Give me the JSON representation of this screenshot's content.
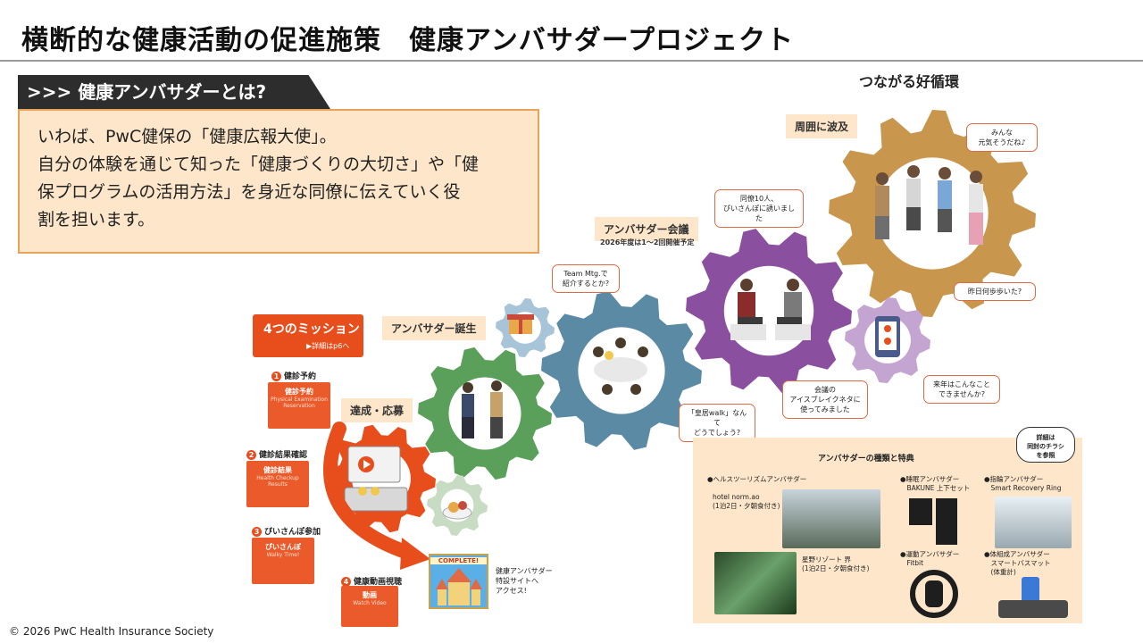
{
  "page": {
    "title": "横断的な健康活動の促進施策　健康アンバサダープロジェクト",
    "copyright": "© 2026 PwC Health Insurance Society"
  },
  "what_is": {
    "heading": "健康アンバサダーとは?",
    "heading_prefix": ">>>",
    "lines": [
      "いわば、PwC健保の「健康広報大使」。",
      "自分の体験を通じて知った「健康づくりの大切さ」や「健",
      "保プログラムの活用方法」を身近な同僚に伝えていく役",
      "割を担います。"
    ]
  },
  "cycle": {
    "loop_label": "つながる好循環",
    "stages": {
      "spread": "周囲に波及",
      "meeting": "アンバサダー会議",
      "meeting_sub": "2026年度は1〜2回開催予定",
      "birth": "アンバサダー誕生",
      "achieve": "達成・応募"
    },
    "bubbles": {
      "everyone": "みんな\n元気そうだね♪",
      "colleagues": "同僚10人、\nぴいさんぽに誘いました",
      "team_mtg": "Team Mtg.で\n紹介するとか?",
      "yesterday": "昨日何歩歩いた?",
      "next_year": "来年はこんなこと\nできませんか?",
      "icebreak": "会議の\nアイスブレイクネタに\n使ってみました",
      "walk": "「皇居walk」なんて\nどうでしょう?"
    },
    "colors": {
      "gold": "#c9964e",
      "purple": "#8a4f9e",
      "teal": "#5a8aa4",
      "green": "#5aa05a",
      "red": "#e84d1c",
      "light_purple": "#c4a4d0",
      "light_blue": "#a8c4d8",
      "pale_green": "#c8dcc4"
    }
  },
  "missions": {
    "title": "4つのミッション",
    "detail": "▶詳細はp6へ",
    "items": [
      {
        "num": "1",
        "label": "健診予約",
        "card_title": "健診予約",
        "card_sub": "Physical Examination Reservation"
      },
      {
        "num": "2",
        "label": "健診結果確認",
        "card_title": "健診結果",
        "card_sub": "Health Checkup Results"
      },
      {
        "num": "3",
        "label": "ぴいさんぽ参加",
        "card_title": "ぴいさんぽ",
        "card_sub": "Walky Time!"
      },
      {
        "num": "4",
        "label": "健康動画視聴",
        "card_title": "動画",
        "card_sub": "Watch Video"
      }
    ],
    "complete": "COMPLETE!",
    "complete_note": "健康アンバサダー\n特設サイトへ\nアクセス!"
  },
  "types": {
    "title": "アンバサダーの種類と特典",
    "flyer_note": "詳細は\n同封のチラシ\nを参照",
    "items": {
      "healthtourism": "●ヘルスツーリズムアンバサダー",
      "hotel": "hotel norm.ao\n(1泊2日・夕朝食付き)",
      "hoshino": "星野リゾート 界\n(1泊2日・夕朝食付き)",
      "sleep": "●睡眠アンバサダー\n　BAKUNE 上下セット",
      "ring": "●指輪アンバサダー\n　Smart Recovery Ring",
      "exercise": "●運動アンバサダー\n　Fitbit",
      "body": "●体組成アンバサダー\n　スマートバスマット\n　(体重計)"
    }
  }
}
